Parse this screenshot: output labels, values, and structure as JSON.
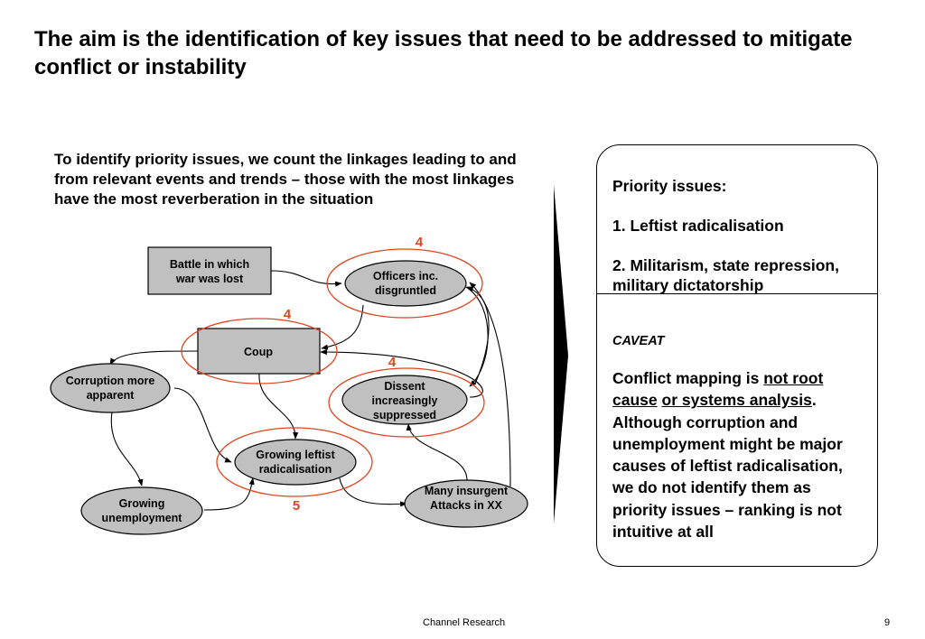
{
  "slide": {
    "title": "The aim is the identification of key issues that need to be addressed to mitigate conflict or instability",
    "intro": "To identify priority issues, we count the linkages leading to and from relevant events and trends – those with the most linkages have the most reverberation in the situation"
  },
  "diagram": {
    "nodes": {
      "battle": [
        "Battle in which",
        "war was lost"
      ],
      "officers": [
        "Officers inc.",
        "disgruntled"
      ],
      "coup": [
        "Coup"
      ],
      "corruption": [
        "Corruption more",
        "apparent"
      ],
      "dissent": [
        "Dissent",
        "increasingly",
        "suppressed"
      ],
      "leftist": [
        "Growing leftist",
        "radicalisation"
      ],
      "unemployment": [
        "Growing",
        "unemployment"
      ],
      "insurgent": [
        "Many insurgent",
        "Attacks in XX"
      ]
    },
    "counts": {
      "officers": "4",
      "coup": "4",
      "dissent": "4",
      "leftist": "5"
    },
    "colors": {
      "node_fill": "#c0c0c0",
      "highlight": "#e0451f",
      "line": "#000000"
    }
  },
  "panel": {
    "title": "Priority issues:",
    "item1": "1. Leftist radicalisation",
    "item2": "2. Militarism, state repression, military dictatorship",
    "caveat_label": "CAVEAT",
    "caveat": {
      "p1": "Conflict mapping is ",
      "u1": "not root cause",
      "p2": " ",
      "u2": "or systems analysis",
      "p3": ". Although corruption and unemployment might be major causes of leftist radicalisation, we do not identify them as priority issues – ranking is not intuitive at all"
    }
  },
  "footer": {
    "source": "Channel Research",
    "page": "9"
  }
}
